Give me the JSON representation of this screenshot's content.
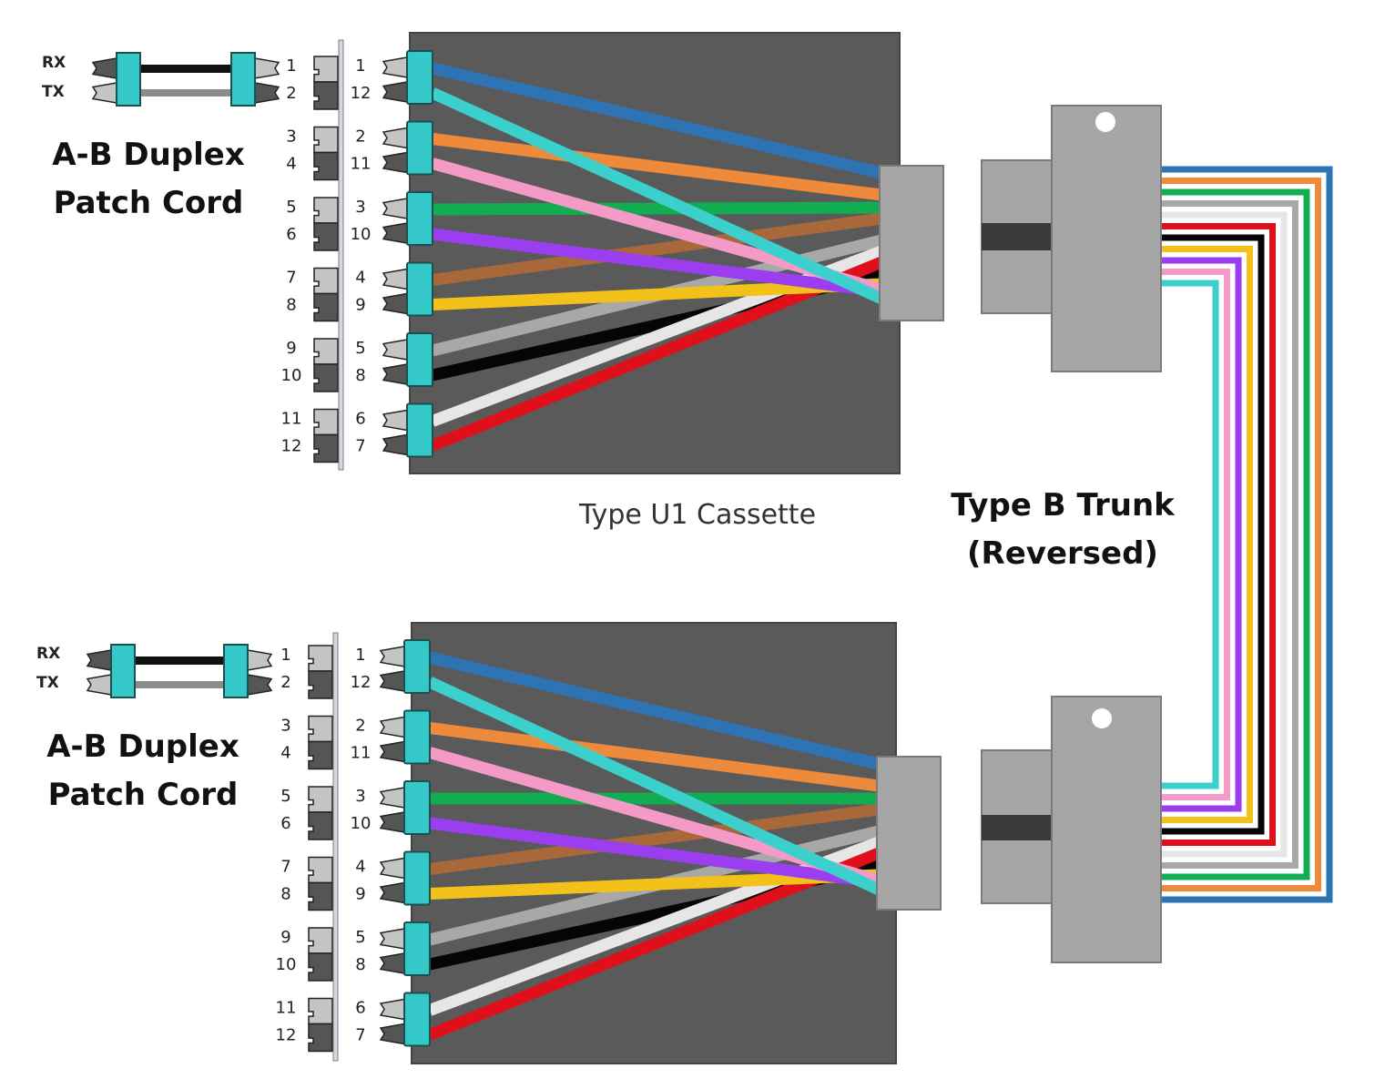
{
  "labels": {
    "rx": "RX",
    "tx": "TX",
    "patch_cord_line1": "A-B Duplex",
    "patch_cord_line2": "Patch Cord",
    "cassette_caption": "Type U1 Cassette",
    "trunk_line1": "Type B Trunk",
    "trunk_line2": "(Reversed)"
  },
  "colors": {
    "cassette_body": "#5a5a5a",
    "connector_teal": "#35c8c8",
    "mpo_gray": "#a6a6a6",
    "mpo_key": "#3a3a3a",
    "port_light": "#c4c4c4",
    "port_dark": "#555555",
    "panel_rail": "#b8bcc8"
  },
  "fiber_colors": [
    {
      "name": "blue",
      "hex": "#2e74b5"
    },
    {
      "name": "orange",
      "hex": "#ee8a3c"
    },
    {
      "name": "green",
      "hex": "#12ad50"
    },
    {
      "name": "brown",
      "hex": "#a8683a"
    },
    {
      "name": "slate",
      "hex": "#a8a8a8"
    },
    {
      "name": "white",
      "hex": "#e6e6e6"
    },
    {
      "name": "red",
      "hex": "#e0101a"
    },
    {
      "name": "black",
      "hex": "#050505"
    },
    {
      "name": "yellow",
      "hex": "#f3c21a"
    },
    {
      "name": "violet",
      "hex": "#9a3ef0"
    },
    {
      "name": "rose",
      "hex": "#f49ac6"
    },
    {
      "name": "aqua",
      "hex": "#3cd0cc"
    }
  ],
  "panel_rows": [
    {
      "left": [
        "1",
        "2"
      ],
      "right": [
        "1",
        "12"
      ],
      "fibers": [
        "blue",
        "aqua"
      ]
    },
    {
      "left": [
        "3",
        "4"
      ],
      "right": [
        "2",
        "11"
      ],
      "fibers": [
        "orange",
        "rose"
      ]
    },
    {
      "left": [
        "5",
        "6"
      ],
      "right": [
        "3",
        "10"
      ],
      "fibers": [
        "green",
        "violet"
      ]
    },
    {
      "left": [
        "7",
        "8"
      ],
      "right": [
        "4",
        "9"
      ],
      "fibers": [
        "brown",
        "yellow"
      ]
    },
    {
      "left": [
        "9",
        "10"
      ],
      "right": [
        "5",
        "8"
      ],
      "fibers": [
        "slate",
        "black"
      ]
    },
    {
      "left": [
        "11",
        "12"
      ],
      "right": [
        "6",
        "7"
      ],
      "fibers": [
        "white",
        "red"
      ]
    }
  ],
  "trunk_order_top": [
    "blue",
    "orange",
    "green",
    "slate",
    "white",
    "red",
    "black",
    "yellow",
    "violet",
    "rose",
    "aqua"
  ],
  "trunk_order_bottom": [
    "aqua",
    "rose",
    "violet",
    "yellow",
    "black",
    "red",
    "white",
    "slate",
    "green",
    "orange",
    "blue"
  ]
}
